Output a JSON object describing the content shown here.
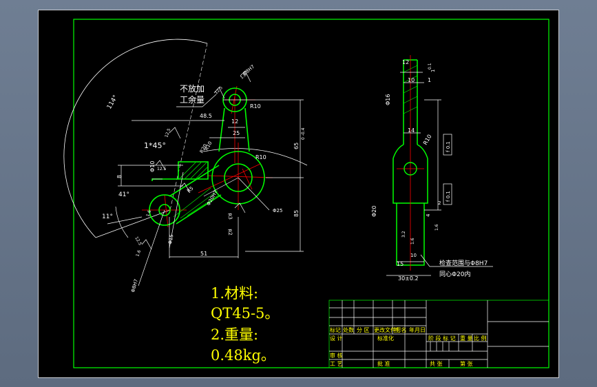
{
  "colors": {
    "background": "#000000",
    "frame": "#00ff00",
    "part_outline": "#00ff00",
    "dimension": "#ffffff",
    "centerline": "#ff0000",
    "text": "#ffff00",
    "hatch": "#00ff00"
  },
  "drawing": {
    "front_view": {
      "note_no_machining": [
        "不放加",
        "工余量"
      ],
      "angles": [
        "114°",
        "41°",
        "11°"
      ],
      "chamfer": "1*45°",
      "dims": {
        "d48_5": "48.5",
        "d12": "12",
        "d25": "25",
        "d65": "65",
        "d65_tol": "0\n-0.4",
        "d8": "8",
        "d10": "Φ10",
        "d51": "51",
        "d85": "85",
        "r10_top": "R10",
        "r10_right": "R10",
        "r10_mid": "R10",
        "r20": "R20",
        "r3": "R3",
        "r5": "R5",
        "r2": "R2",
        "phi25": "Φ25",
        "phi20h7": "Φ20H7",
        "phi8h7": "Φ8H7",
        "phi8h7b": "Φ8H7",
        "phi15": "Φ15",
        "rough_12_5a": "12.5",
        "rough_12_5b": "12.5",
        "rough_12_5c": "12.5",
        "rough_12_5d": "12.5",
        "rough_1_6a": "1.6",
        "rough_1_6b": "1.6",
        "rough_1_6c": "1.6"
      }
    },
    "side_view": {
      "dims": {
        "d12": "12",
        "d10": "10",
        "d1": "1",
        "d14": "14",
        "d15": "15",
        "d10b": "10",
        "d2": "2",
        "d4": "4",
        "d30": "30±0.2",
        "phi16": "Φ16",
        "phi20": "Φ20",
        "r10": "R10",
        "r1": "1",
        "tol1": "f 0.1",
        "tol2": "f 0.1",
        "tol3": "0.1",
        "rough_a": "3.2",
        "rough_b": "1.6",
        "rough_c": "1.6"
      },
      "check_note": [
        "检查范围与Φ8H7",
        "同心Φ20内"
      ]
    },
    "notes": [
      "1.材料:",
      "QT45-5。",
      "2.重量:",
      "0.48kg。"
    ]
  },
  "title_block": {
    "row_headers": [
      "标记",
      "处数",
      "分 区",
      "更改文件号",
      "签 名",
      "年月日"
    ],
    "designer_row": [
      "设 计",
      "标准化"
    ],
    "stage_labels": [
      "阶 段 标 记",
      "重 量",
      "比 例"
    ],
    "review": "审 核",
    "process": "工 艺",
    "approve": "批 准",
    "total_sheets": "共    张",
    "sheet_no": "第    张"
  }
}
